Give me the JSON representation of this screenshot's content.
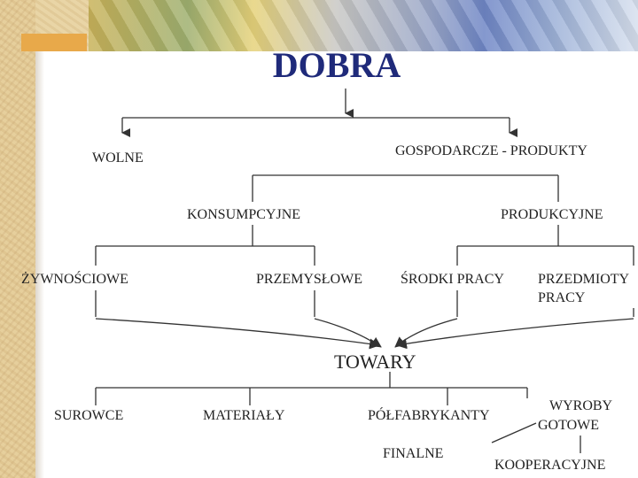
{
  "title": "DOBRA",
  "nodes": {
    "wolne": "WOLNE",
    "gospodarcze": "GOSPODARCZE - PRODUKTY",
    "konsumpcyjne": "KONSUMPCYJNE",
    "produkcyjne": "PRODUKCYJNE",
    "zywnosciowe": "ŻYWNOŚCIOWE",
    "przemyslowe": "PRZEMYSŁOWE",
    "srodki_pracy": "ŚRODKI PRACY",
    "przedmioty_line1": "PRZEDMIOTY",
    "przedmioty_line2": "PRACY",
    "towary": "TOWARY",
    "surowce": "SUROWCE",
    "materialy": "MATERIAŁY",
    "polfabrykanty": "PÓŁFABRYKANTY",
    "wyroby_line1": "WYROBY",
    "wyroby_line2": "GOTOWE",
    "finalne": "FINALNE",
    "kooperacyjne": "KOOPERACYJNE"
  },
  "colors": {
    "title": "#1f2a7a",
    "text": "#222222",
    "lines": "#333333"
  }
}
